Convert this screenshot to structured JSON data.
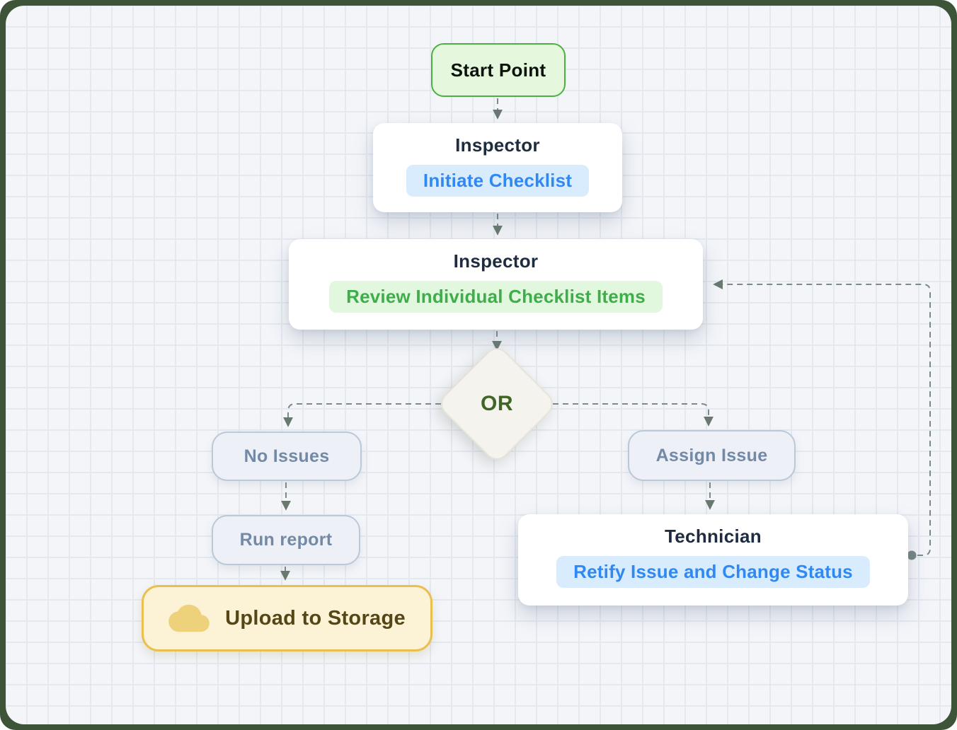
{
  "flowchart": {
    "nodes": {
      "start": {
        "label": "Start Point",
        "type": "start"
      },
      "initiate": {
        "role": "Inspector",
        "action": "Initiate Checklist",
        "action_color": "blue"
      },
      "review": {
        "role": "Inspector",
        "action": "Review Individual Checklist Items",
        "action_color": "green"
      },
      "decision": {
        "label": "OR",
        "type": "decision"
      },
      "no_issues": {
        "label": "No Issues"
      },
      "assign_issue": {
        "label": "Assign Issue"
      },
      "run_report": {
        "label": "Run report"
      },
      "upload": {
        "label": "Upload to Storage",
        "icon": "cloud-icon"
      },
      "technician": {
        "role": "Technician",
        "action": "Retify Issue and Change Status",
        "action_color": "blue"
      }
    },
    "edges": [
      {
        "from": "start",
        "to": "initiate",
        "style": "dashed-arrow"
      },
      {
        "from": "initiate",
        "to": "review",
        "style": "dashed-arrow"
      },
      {
        "from": "review",
        "to": "decision",
        "style": "dashed-arrow"
      },
      {
        "from": "decision",
        "to": "no_issues",
        "style": "dashed-arrow"
      },
      {
        "from": "decision",
        "to": "assign_issue",
        "style": "dashed-arrow"
      },
      {
        "from": "no_issues",
        "to": "run_report",
        "style": "dashed-arrow"
      },
      {
        "from": "run_report",
        "to": "upload",
        "style": "dashed-arrow"
      },
      {
        "from": "assign_issue",
        "to": "technician",
        "style": "dashed-arrow"
      },
      {
        "from": "technician",
        "to": "review",
        "style": "dashed-arrow-loopback"
      }
    ]
  },
  "colors": {
    "frame_green": "#3d5438",
    "canvas_background": "#f3f5f9",
    "grid_line": "#e4e8ef",
    "start_fill": "#e5f8de",
    "start_border": "#4bb042",
    "card_title_text": "#1d2c3e",
    "badge_blue_background": "#d9ecfd",
    "badge_blue_text": "#2f89f1",
    "badge_green_background": "#e2f8de",
    "badge_green_text": "#3fae4a",
    "option_fill": "#edf1f7",
    "option_border": "#bac8d8",
    "option_text": "#7389a5",
    "decision_fill": "#f4f3ee",
    "decision_text": "#3f6527",
    "upload_fill": "#fcf3d6",
    "upload_border": "#e9bf50",
    "upload_text": "#554618",
    "cloud_icon": "#edd17b",
    "connector": "#7b8b85",
    "arrowhead": "#69796f"
  }
}
